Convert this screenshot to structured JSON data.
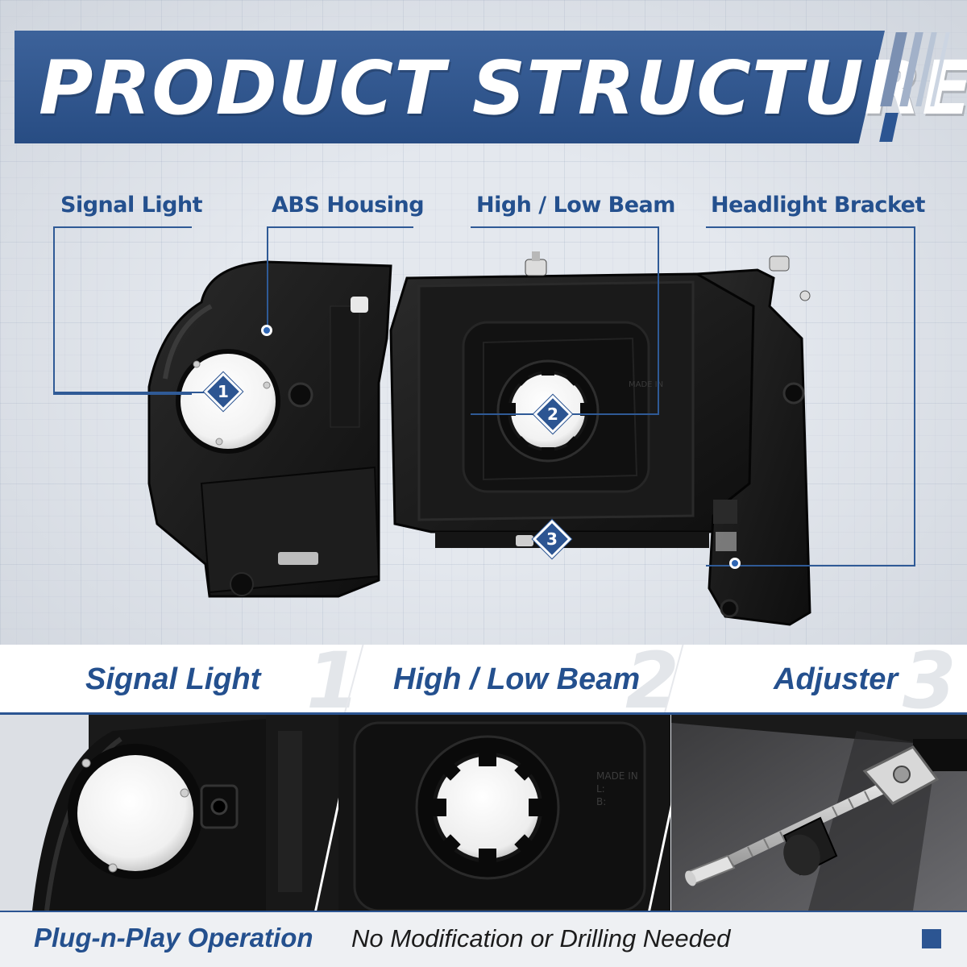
{
  "header": {
    "title": "PRODUCT STRUCTURE"
  },
  "callouts": [
    {
      "label": "Signal Light"
    },
    {
      "label": "ABS Housing"
    },
    {
      "label": "High / Low Beam"
    },
    {
      "label": "Headlight Bracket"
    }
  ],
  "markers": [
    "1",
    "2",
    "3"
  ],
  "features": [
    {
      "title": "Signal Light",
      "number": "1"
    },
    {
      "title": "High / Low Beam",
      "number": "2"
    },
    {
      "title": "Adjuster",
      "number": "3"
    }
  ],
  "footer": {
    "highlight": "Plug-n-Play Operation",
    "text": "No Modification or Drilling Needed"
  },
  "colors": {
    "brand_blue": "#2c5592",
    "label_blue": "#24508e",
    "housing_black": "#141414"
  }
}
